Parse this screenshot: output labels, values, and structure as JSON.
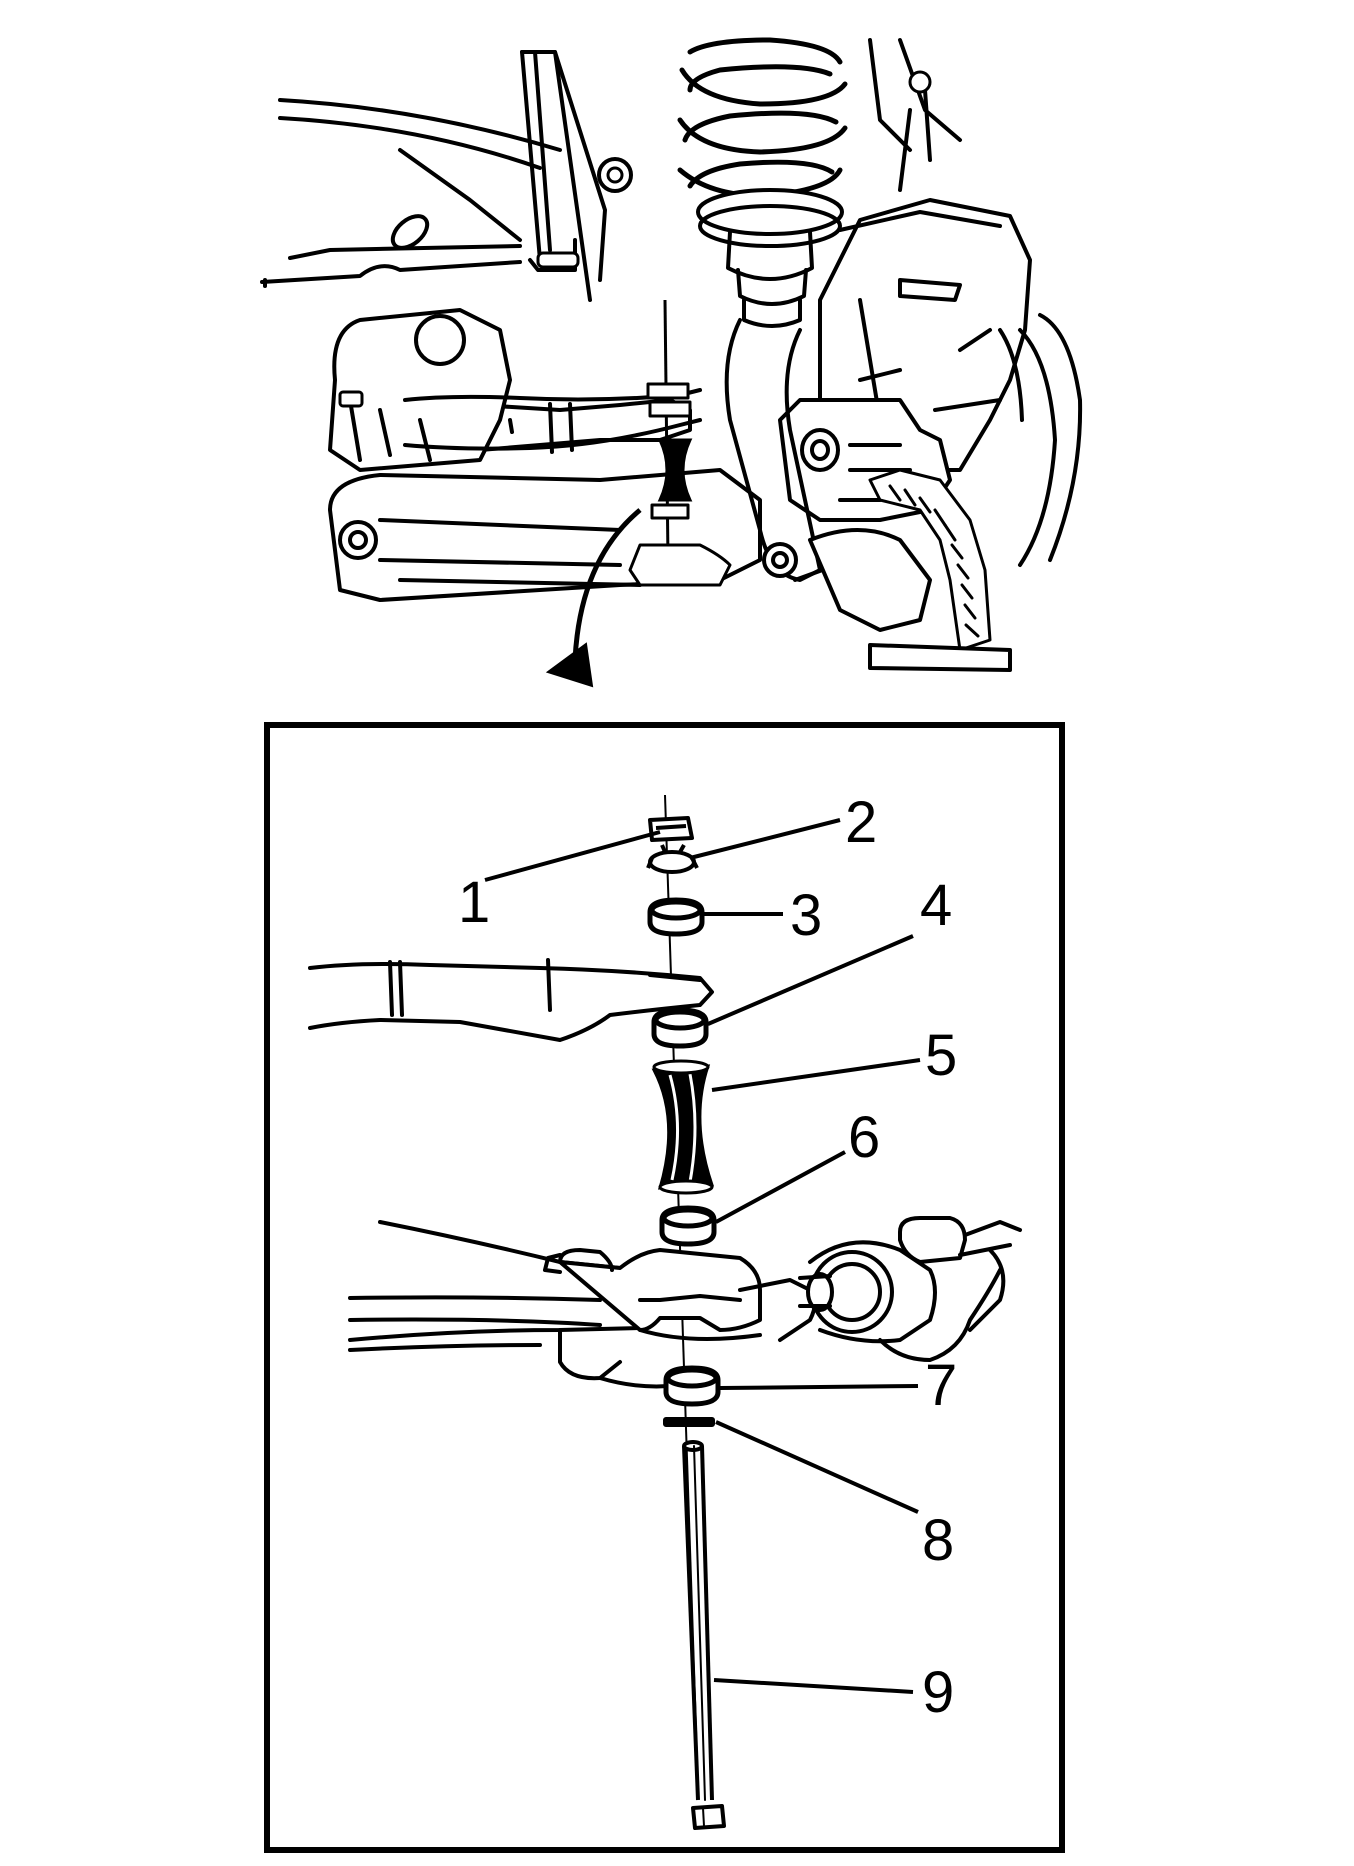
{
  "diagram": {
    "callouts": [
      {
        "id": "1",
        "label": "1"
      },
      {
        "id": "2",
        "label": "2"
      },
      {
        "id": "3",
        "label": "3"
      },
      {
        "id": "4",
        "label": "4"
      },
      {
        "id": "5",
        "label": "5"
      },
      {
        "id": "6",
        "label": "6"
      },
      {
        "id": "7",
        "label": "7"
      },
      {
        "id": "8",
        "label": "8"
      },
      {
        "id": "9",
        "label": "9"
      }
    ],
    "colors": {
      "ink": "#000000",
      "background": "#ffffff"
    }
  }
}
